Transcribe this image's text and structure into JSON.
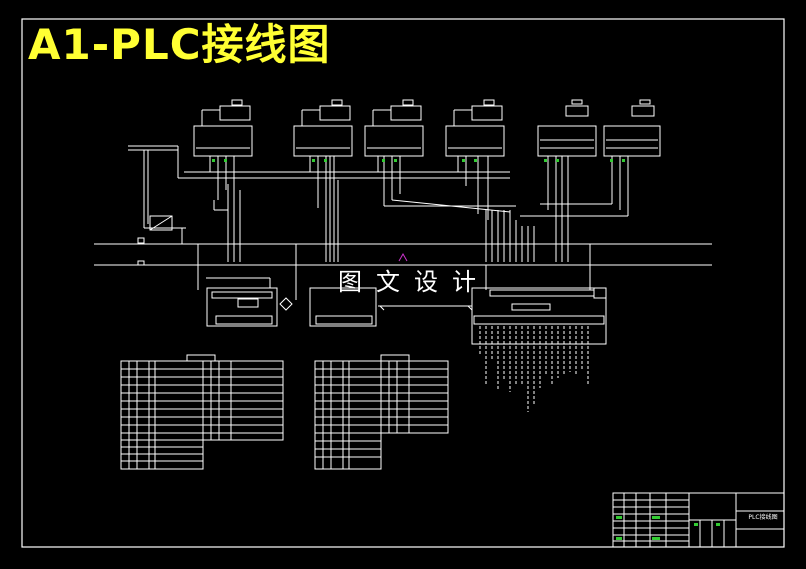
{
  "title": "A1-PLC接线图",
  "watermark": "图文设计",
  "title_block_label": "PLC接线图",
  "colors": {
    "background": "#000000",
    "line": "#ffffff",
    "title": "#ffff33",
    "accent_green": "#33cc33",
    "accent_magenta": "#cc33cc"
  }
}
